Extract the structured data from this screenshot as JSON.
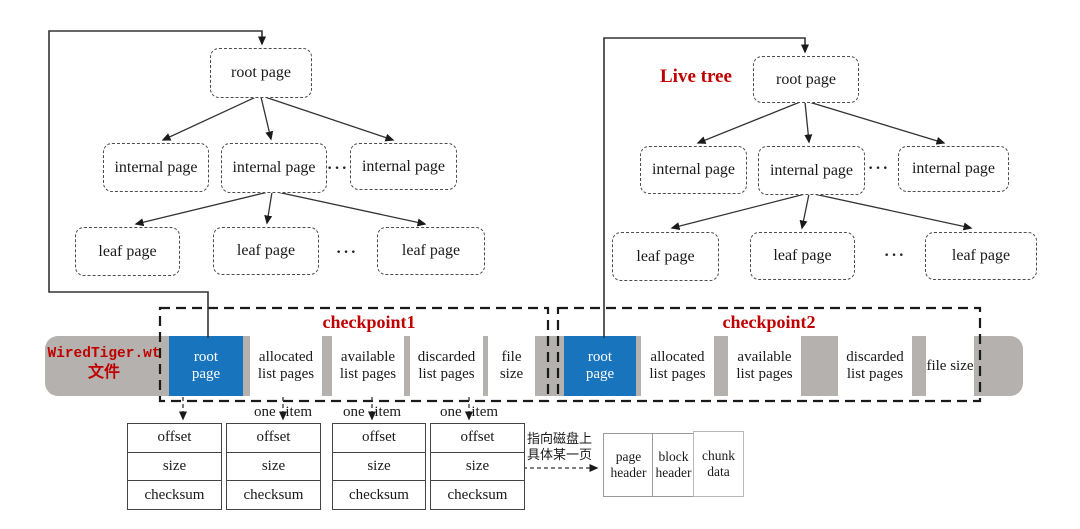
{
  "colors": {
    "accent_blue": "#1874bd",
    "bar_gray": "#b4b1ae",
    "label_red": "#c00000"
  },
  "live_tree_label": "Live tree",
  "ellipsis": "···",
  "tree": {
    "root": "root page",
    "internal": "internal page",
    "leaf": "leaf page"
  },
  "file_bar": {
    "name_line1": "WiredTiger.wt",
    "name_line2": "文件"
  },
  "checkpoint1": {
    "title": "checkpoint1",
    "cells": [
      "root page",
      "allocated list pages",
      "available list pages",
      "discarded list pages",
      "file size"
    ]
  },
  "checkpoint2": {
    "title": "checkpoint2",
    "cells": [
      "root page",
      "allocated list pages",
      "available list pages",
      "discarded list pages",
      "file size"
    ]
  },
  "one_item_label": "one item",
  "item_table": {
    "rows": [
      "offset",
      "size",
      "checksum"
    ]
  },
  "disk_note": {
    "line1": "指向磁盘上",
    "line2": "具体某一页"
  },
  "disk_page": {
    "cells": [
      "page header",
      "block header",
      "chunk data"
    ]
  }
}
